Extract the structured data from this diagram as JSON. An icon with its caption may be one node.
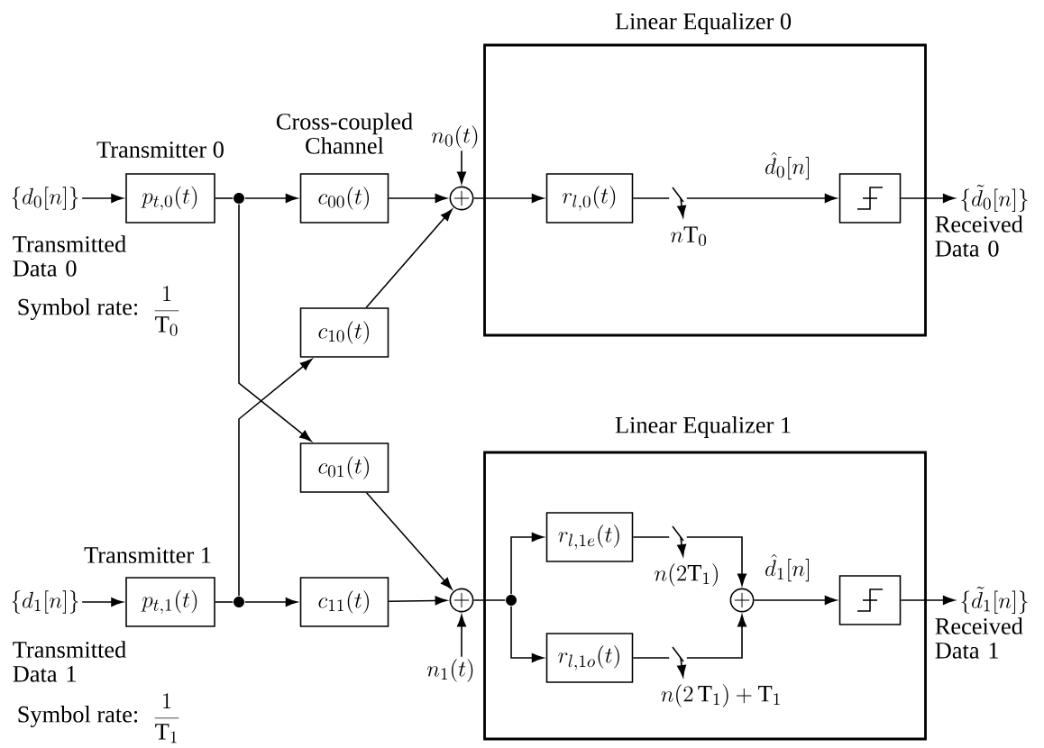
{
  "diagram": {
    "nodes": [
      {
        "text": [
          "\\{d_0[n]\\}"
        ],
        "beside": [
          "Transmitted Data 0"
        ]
      },
      {
        "text": [
          "p_{t,0}(t)"
        ],
        "beside": [
          "Transmitter 0"
        ]
      },
      {
        "text": [],
        "shape": "circle"
      },
      {
        "text": [
          "c_{00}(t)"
        ],
        "beside": [
          "Cross-coupled Channel"
        ]
      },
      {
        "text": [
          "n_0(t)"
        ]
      },
      {
        "text": [
          "+"
        ]
      },
      {
        "text": [
          "c_{10}(t)"
        ]
      },
      {
        "text": [
          "Linear Equalizer 0"
        ]
      },
      {
        "text": [
          "r_{l,0}(t)"
        ],
        "in": 7
      },
      {
        "text": [],
        "shape": "switch",
        "beside": [
          "n\\mathrm{T}_0"
        ],
        "in": 7
      },
      {
        "text": [],
        "shape": "box",
        "in": 7
      },
      {
        "text": [
          "\\{\\tilde{d}_0[n]\\}"
        ],
        "beside": [
          "Received Data 0"
        ]
      },
      {
        "text": [
          "c_{01}(t)"
        ]
      },
      {
        "text": [
          "\\{d_1[n]\\}"
        ],
        "beside": [
          "Transmitted Data 1"
        ]
      },
      {
        "text": [
          "p_{t,1}(t)"
        ],
        "beside": [
          "Transmitter 1"
        ]
      },
      {
        "text": [],
        "shape": "circle"
      },
      {
        "text": [
          "c_{11}(t)"
        ]
      },
      {
        "text": [
          "+"
        ]
      },
      {
        "text": [
          "n_1(t)"
        ]
      },
      {
        "text": [
          "Linear Equalizer 1"
        ]
      },
      {
        "text": [],
        "shape": "circle",
        "in": 19
      },
      {
        "text": [
          "r_{l,1e}(t)"
        ],
        "in": 19
      },
      {
        "text": [],
        "shape": "switch",
        "beside": [
          "n(2\\mathrm{T}_1)"
        ],
        "in": 19
      },
      {
        "text": [
          "r_{l,1o}(t)"
        ],
        "in": 19
      },
      {
        "text": [],
        "shape": "switch",
        "beside": [
          "n(2\\,\\mathrm{T}_1)+\\mathrm{T}_1"
        ],
        "in": 19
      },
      {
        "text": [
          "+"
        ],
        "in": 19
      },
      {
        "text": [],
        "shape": "box",
        "in": 19
      },
      {
        "text": [
          "\\{\\tilde{d}_1[n]\\}"
        ],
        "beside": [
          "Received Data 1"
        ]
      }
    ],
    "edges": [
      {
        "from": 0,
        "to": 1,
        "arrow": "to"
      },
      {
        "from": 1,
        "to": 2,
        "arrow": "none"
      },
      {
        "from": 2,
        "to": 3,
        "arrow": "to"
      },
      {
        "from": 2,
        "to": 12,
        "arrow": "to"
      },
      {
        "from": 3,
        "to": 5,
        "arrow": "to"
      },
      {
        "from": 4,
        "to": 5,
        "arrow": "to"
      },
      {
        "from": 6,
        "to": 5,
        "arrow": "to"
      },
      {
        "from": 5,
        "to": 8,
        "arrow": "to"
      },
      {
        "from": 8,
        "to": 9,
        "arrow": "none"
      },
      {
        "from": 9,
        "to": 10,
        "arrow": "to",
        "label": "\\hat{d}_0[n]"
      },
      {
        "from": 10,
        "to": 11,
        "arrow": "to"
      },
      {
        "from": 13,
        "to": 14,
        "arrow": "to"
      },
      {
        "from": 14,
        "to": 15,
        "arrow": "none"
      },
      {
        "from": 15,
        "to": 16,
        "arrow": "to"
      },
      {
        "from": 15,
        "to": 6,
        "arrow": "to"
      },
      {
        "from": 12,
        "to": 17,
        "arrow": "to"
      },
      {
        "from": 16,
        "to": 17,
        "arrow": "to"
      },
      {
        "from": 18,
        "to": 17,
        "arrow": "to"
      },
      {
        "from": 17,
        "to": 20,
        "arrow": "none"
      },
      {
        "from": 20,
        "to": 21,
        "arrow": "to"
      },
      {
        "from": 20,
        "to": 23,
        "arrow": "to"
      },
      {
        "from": 21,
        "to": 22,
        "arrow": "none"
      },
      {
        "from": 23,
        "to": 24,
        "arrow": "none"
      },
      {
        "from": 22,
        "to": 25,
        "arrow": "to"
      },
      {
        "from": 24,
        "to": 25,
        "arrow": "to"
      },
      {
        "from": 25,
        "to": 26,
        "arrow": "to",
        "label": "\\hat{d}_1[n]"
      },
      {
        "from": 26,
        "to": 27,
        "arrow": "to"
      }
    ],
    "labels": [
      "Symbol rate:",
      "\\frac{1}{\\mathrm{T}_0}",
      "Symbol rate:",
      "\\frac{1}{\\mathrm{T}_1}"
    ]
  }
}
